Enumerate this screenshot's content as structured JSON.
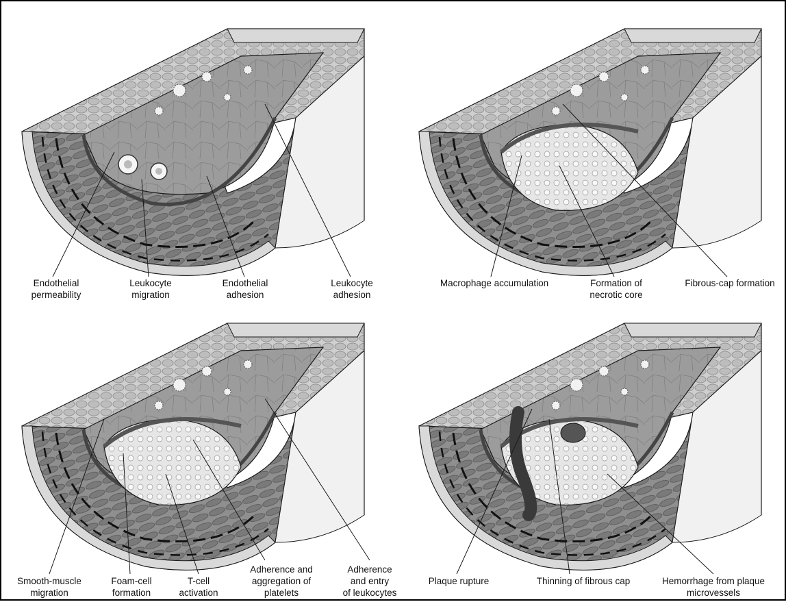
{
  "panels": [
    {
      "labels": [
        {
          "text": "Endothelial\npermeability"
        },
        {
          "text": "Leukocyte\nmigration"
        },
        {
          "text": "Endothelial\nadhesion"
        },
        {
          "text": "Leukocyte\nadhesion"
        }
      ]
    },
    {
      "labels": [
        {
          "text": "Macrophage accumulation"
        },
        {
          "text": "Formation of\nnecrotic core"
        },
        {
          "text": "Fibrous-cap formation"
        }
      ]
    },
    {
      "labels": [
        {
          "text": "Smooth-muscle\nmigration"
        },
        {
          "text": "Foam-cell\nformation"
        },
        {
          "text": "T-cell\nactivation"
        },
        {
          "text": "Adherence and\naggregation of\nplatelets"
        },
        {
          "text": "Adherence\nand entry\nof leukocytes"
        }
      ]
    },
    {
      "labels": [
        {
          "text": "Plaque rupture"
        },
        {
          "text": "Thinning of fibrous cap"
        },
        {
          "text": "Hemorrhage from plaque\nmicrovessels"
        }
      ]
    }
  ],
  "colors": {
    "line": "#1a1a1a",
    "tissue_light": "#d9d9d9",
    "tissue_mid": "#a8a8a8",
    "tissue_dark": "#6e6e6e",
    "cell": "#f2f2f2"
  }
}
